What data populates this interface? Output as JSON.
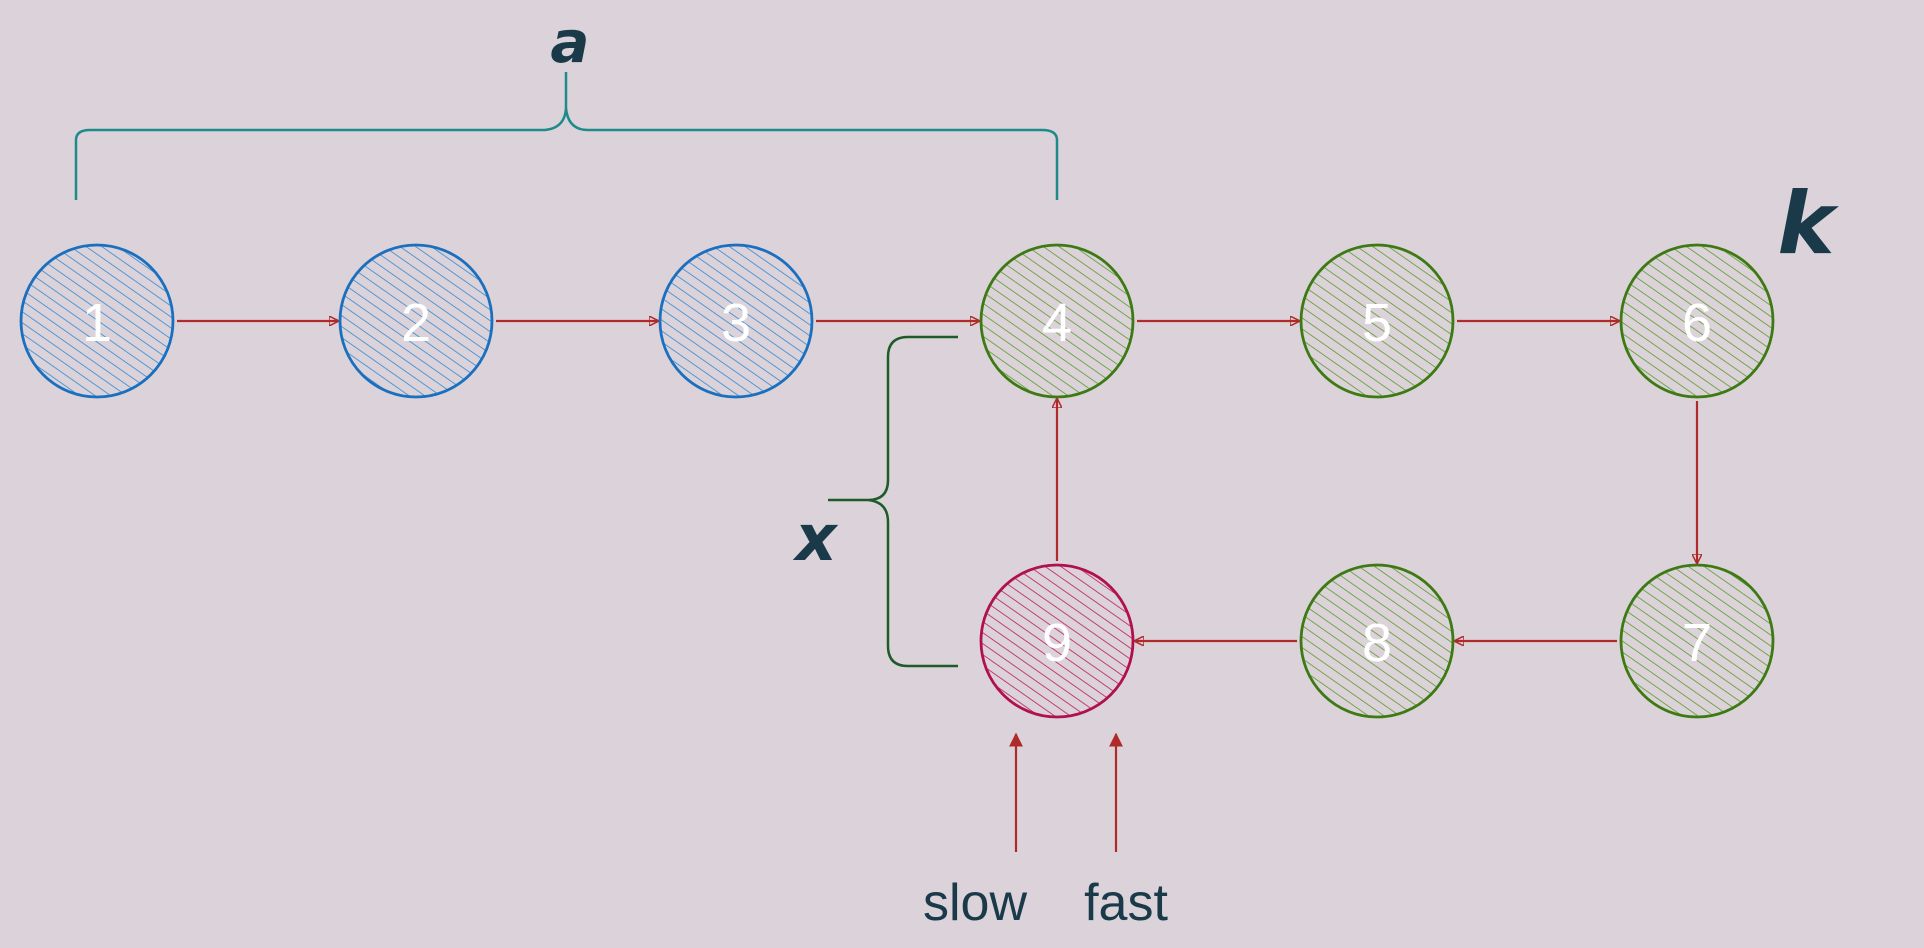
{
  "nodes": [
    {
      "id": "1",
      "label": "1",
      "group": "tail"
    },
    {
      "id": "2",
      "label": "2",
      "group": "tail"
    },
    {
      "id": "3",
      "label": "3",
      "group": "tail"
    },
    {
      "id": "4",
      "label": "4",
      "group": "cycle"
    },
    {
      "id": "5",
      "label": "5",
      "group": "cycle"
    },
    {
      "id": "6",
      "label": "6",
      "group": "cycle"
    },
    {
      "id": "7",
      "label": "7",
      "group": "cycle"
    },
    {
      "id": "8",
      "label": "8",
      "group": "cycle"
    },
    {
      "id": "9",
      "label": "9",
      "group": "meeting"
    }
  ],
  "edges": [
    {
      "from": "1",
      "to": "2"
    },
    {
      "from": "2",
      "to": "3"
    },
    {
      "from": "3",
      "to": "4"
    },
    {
      "from": "4",
      "to": "5"
    },
    {
      "from": "5",
      "to": "6"
    },
    {
      "from": "6",
      "to": "7"
    },
    {
      "from": "7",
      "to": "8"
    },
    {
      "from": "8",
      "to": "9"
    },
    {
      "from": "9",
      "to": "4"
    }
  ],
  "annotations": {
    "a_label": "a",
    "k_label": "k",
    "x_label": "x"
  },
  "pointers": {
    "slow_label": "slow",
    "fast_label": "fast"
  },
  "colors": {
    "background": "#dbd3d9",
    "tail_stroke": "#1a6fbf",
    "tail_hatch": "#2d8ad6",
    "cycle_stroke": "#3d7a14",
    "cycle_hatch": "#5a9a2a",
    "meeting_stroke": "#b0104f",
    "meeting_hatch": "#c01858",
    "arrow": "#b02a2a",
    "brace_a": "#1f8a8a",
    "brace_x": "#1f5a2a",
    "text_dark": "#1a3a4a"
  }
}
